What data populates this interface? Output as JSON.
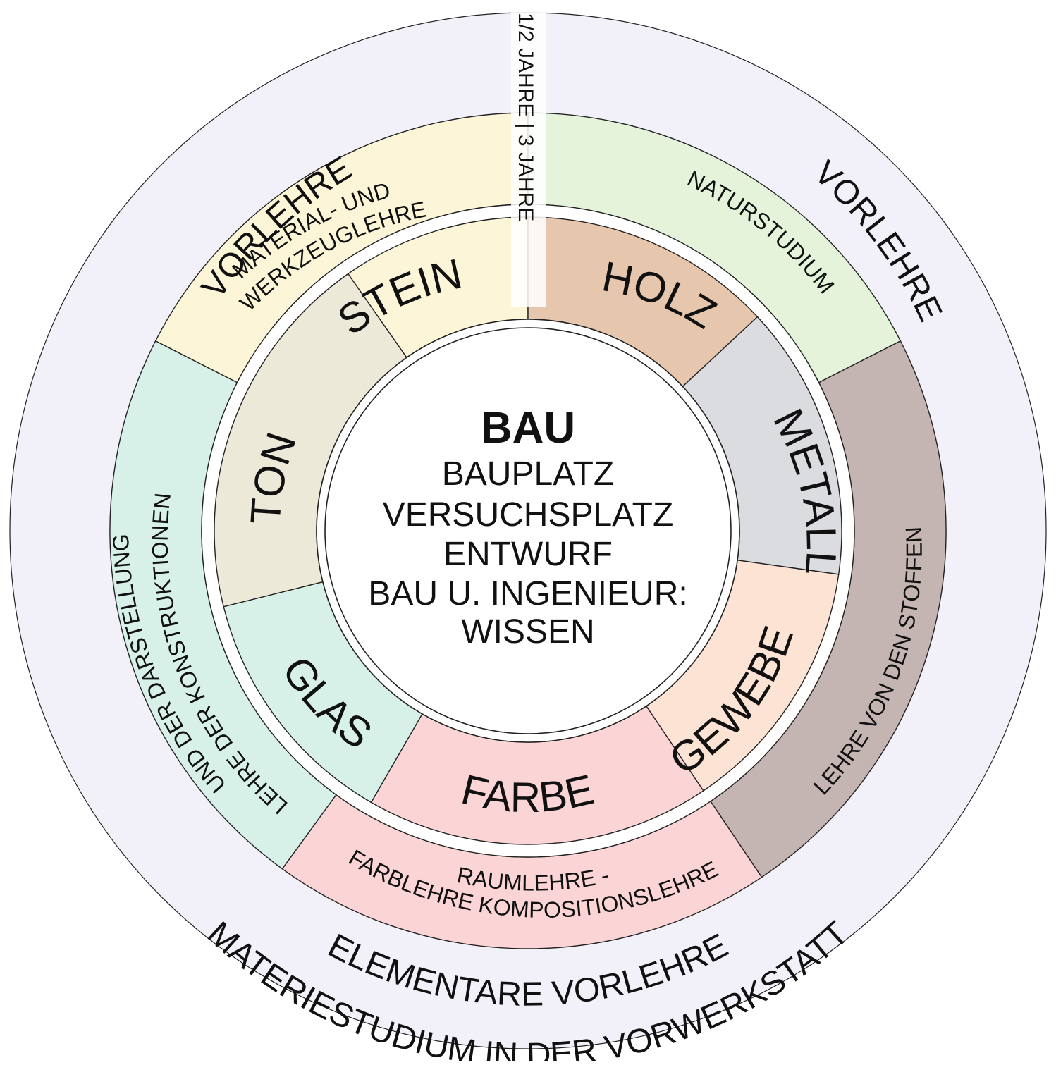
{
  "colors": {
    "outer_ring": "#f2f0f9",
    "stroke": "#222222",
    "center": "#ffffff"
  },
  "center": {
    "title": "BAU",
    "lines": [
      "BAUPLATZ",
      "VERSUCHSPLATZ",
      "ENTWURF",
      "BAU U. INGENIEUR:",
      "WISSEN"
    ]
  },
  "outer_ring": {
    "left_label": "VORLEHRE",
    "right_label": "VORLEHRE",
    "bottom_line1": "ELEMENTARE VORLEHRE",
    "bottom_line2": "MATERIESTUDIUM IN DER VORWERKSTATT"
  },
  "years_label": "1/2 JAHRE | 3 JAHRE",
  "middle_segments": [
    {
      "id": "material",
      "lines": [
        "MATERIAL- UND",
        "WERKZEUGLEHRE"
      ],
      "color": "#fdf5d8"
    },
    {
      "id": "natur",
      "lines": [
        "NATURSTUDIUM"
      ],
      "color": "#e4f3da"
    },
    {
      "id": "stoffe",
      "lines": [
        "LEHRE VON DEN STOFFEN"
      ],
      "color": "#c4b5b3"
    },
    {
      "id": "raum",
      "lines": [
        "RAUMLEHRE -",
        "FARBLEHRE KOMPOSITIONSLEHRE"
      ],
      "color": "#fbd5d5"
    },
    {
      "id": "konstruktion",
      "lines": [
        "LEHRE DER KONSTRUKTIONEN",
        "UND DER DARSTELLUNG"
      ],
      "color": "#d8f1e8"
    }
  ],
  "inner_segments": [
    {
      "id": "stein",
      "label": "STEIN",
      "color": "#fdf5d8"
    },
    {
      "id": "holz",
      "label": "HOLZ",
      "color": "#e6c6ad"
    },
    {
      "id": "metall",
      "label": "METALL",
      "color": "#dadcdf"
    },
    {
      "id": "gewebe",
      "label": "GEWEBE",
      "color": "#fde3d4"
    },
    {
      "id": "farbe",
      "label": "FARBE",
      "color": "#fbd5d5"
    },
    {
      "id": "glas",
      "label": "GLAS",
      "color": "#d8f1e8"
    },
    {
      "id": "ton",
      "label": "TON",
      "color": "#ede9d8"
    }
  ]
}
